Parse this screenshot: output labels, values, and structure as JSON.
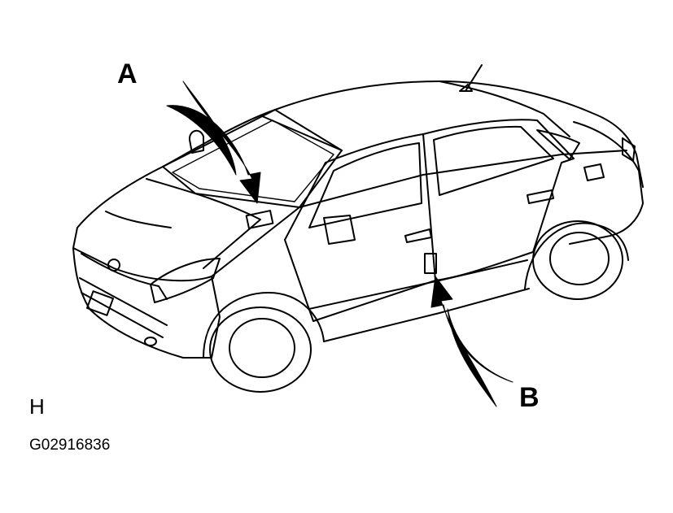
{
  "figure": {
    "subject": "car-line-drawing",
    "callouts": [
      {
        "id": "A",
        "label": "A",
        "target": "windshield-lower-left-label"
      },
      {
        "id": "B",
        "label": "B",
        "target": "driver-door-pillar-label"
      }
    ],
    "view_code": "H",
    "figure_id": "G02916836"
  },
  "colors": {
    "stroke": "#000000",
    "background": "#ffffff"
  }
}
